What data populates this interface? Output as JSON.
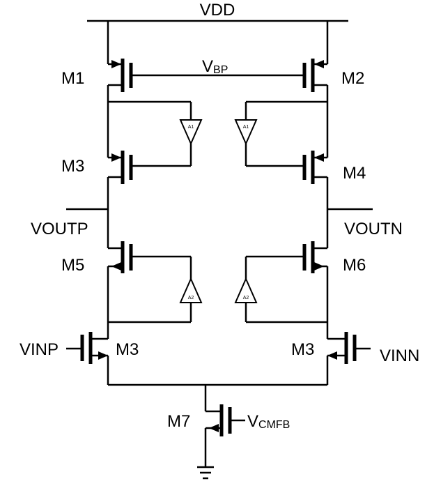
{
  "labels": {
    "vdd": "VDD",
    "vbp_main": "V",
    "vbp_sub": "BP",
    "m1": "M1",
    "m2": "M2",
    "m3_left": "M3",
    "m4": "M4",
    "voutp": "VOUTP",
    "voutn": "VOUTN",
    "m5": "M5",
    "m6": "M6",
    "vinp": "VINP",
    "m3_in_left": "M3",
    "m3_in_right": "M3",
    "vinn": "VINN",
    "m7": "M7",
    "vcmfb_main": "V",
    "vcmfb_sub": "CMFB"
  },
  "amplifiers": {
    "a1_left": "A1",
    "a1_right": "A1",
    "a2_left": "A2",
    "a2_right": "A2"
  }
}
